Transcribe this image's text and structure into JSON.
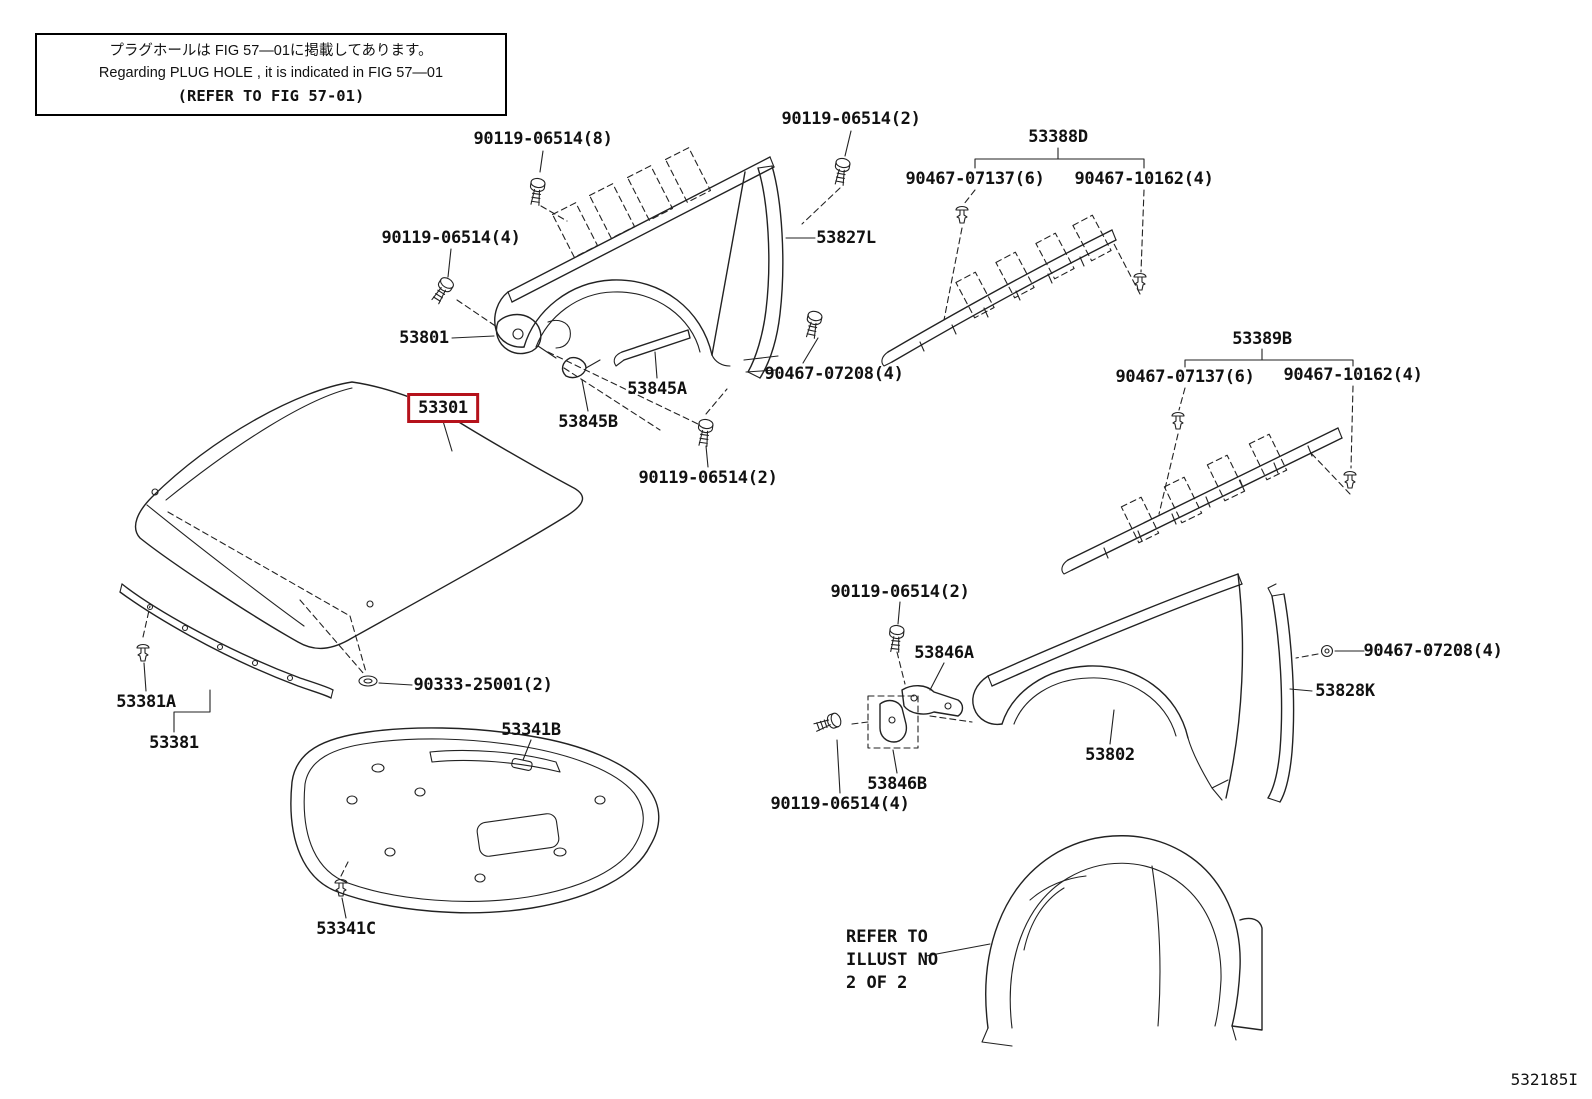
{
  "note_box": {
    "line1": "プラグホールは FIG 57—01に掲載してあります。",
    "line2": "Regarding PLUG HOLE , it is indicated in FIG 57—01",
    "line3": "(REFER TO FIG 57-01)"
  },
  "refer_note": {
    "line1": "REFER TO",
    "line2": "ILLUST NO",
    "line3": "2 OF 2"
  },
  "diagram_code": "532185I",
  "highlight_color": "#b5121b",
  "labels": [
    {
      "text": "90119-06514(8)"
    },
    {
      "text": "90119-06514(2)"
    },
    {
      "text": "53388D"
    },
    {
      "text": "90467-07137(6)"
    },
    {
      "text": "90467-10162(4)"
    },
    {
      "text": "90119-06514(4)"
    },
    {
      "text": "53827L"
    },
    {
      "text": "53801"
    },
    {
      "text": "53845A"
    },
    {
      "text": "53845B"
    },
    {
      "text": "90467-07208(4)"
    },
    {
      "text": "53389B"
    },
    {
      "text": "90467-07137(6)"
    },
    {
      "text": "90467-10162(4)"
    },
    {
      "text": "53301"
    },
    {
      "text": "90119-06514(2)"
    },
    {
      "text": "90119-06514(2)"
    },
    {
      "text": "53846A"
    },
    {
      "text": "53846B"
    },
    {
      "text": "90119-06514(4)"
    },
    {
      "text": "53381A"
    },
    {
      "text": "53381"
    },
    {
      "text": "90333-25001(2)"
    },
    {
      "text": "53341B"
    },
    {
      "text": "53341C"
    },
    {
      "text": "53802"
    },
    {
      "text": "53828K"
    },
    {
      "text": "90467-07208(4)"
    }
  ]
}
